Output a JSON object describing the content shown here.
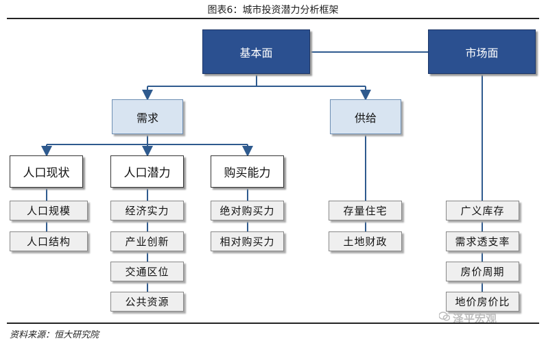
{
  "title": "图表6：城市投资潜力分析框架",
  "source": "资料来源：恒大研究院",
  "watermark": "泽平宏观",
  "nodes": {
    "fundamentals": "基本面",
    "market": "市场面",
    "demand": "需求",
    "supply": "供给",
    "pop_status": "人口现状",
    "pop_potential": "人口潜力",
    "purchasing_power": "购买能力",
    "pop_scale": "人口规模",
    "pop_structure": "人口结构",
    "economic_strength": "经济实力",
    "industry_innovation": "产业创新",
    "transport_location": "交通区位",
    "public_resources": "公共资源",
    "absolute_purchasing": "绝对购买力",
    "relative_purchasing": "相对购买力",
    "housing_stock": "存量住宅",
    "land_finance": "土地财政",
    "broad_inventory": "广义库存",
    "demand_overdraft": "需求透支率",
    "price_cycle": "房价周期",
    "land_price_ratio": "地价房价比"
  }
}
